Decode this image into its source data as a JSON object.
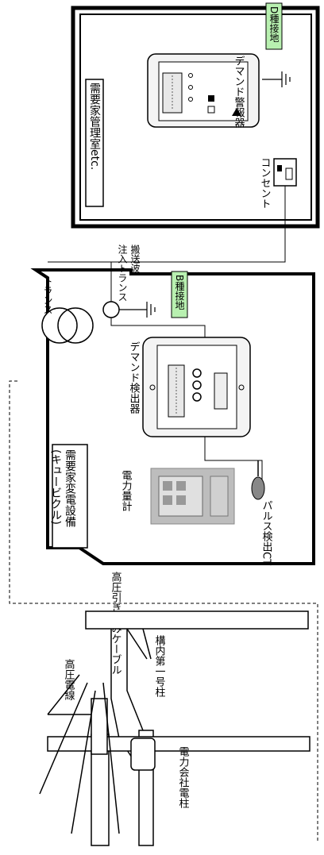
{
  "labels": {
    "demand_alarm": "デマンド警報器",
    "d_ground": "D種接地",
    "management_room": "需要家管理室etc.",
    "outlet": "コンセント",
    "carrier_trans": "搬送波\n注入トランス",
    "trans": "トランス",
    "b_ground": "B種接地",
    "demand_detector": "デマンド検出器",
    "power_meter": "電力量計",
    "pulse_ct": "パルス検出CT",
    "substation": "需要家変電設備\n(キュービクル)",
    "hv_cable": "高圧引き込みケーブル",
    "premise_pole": "構内第一号柱",
    "hv_line": "高圧電線",
    "utility_pole": "電力会社電柱"
  },
  "colors": {
    "tag_fill": "#b8f0b0",
    "line": "#000000"
  }
}
